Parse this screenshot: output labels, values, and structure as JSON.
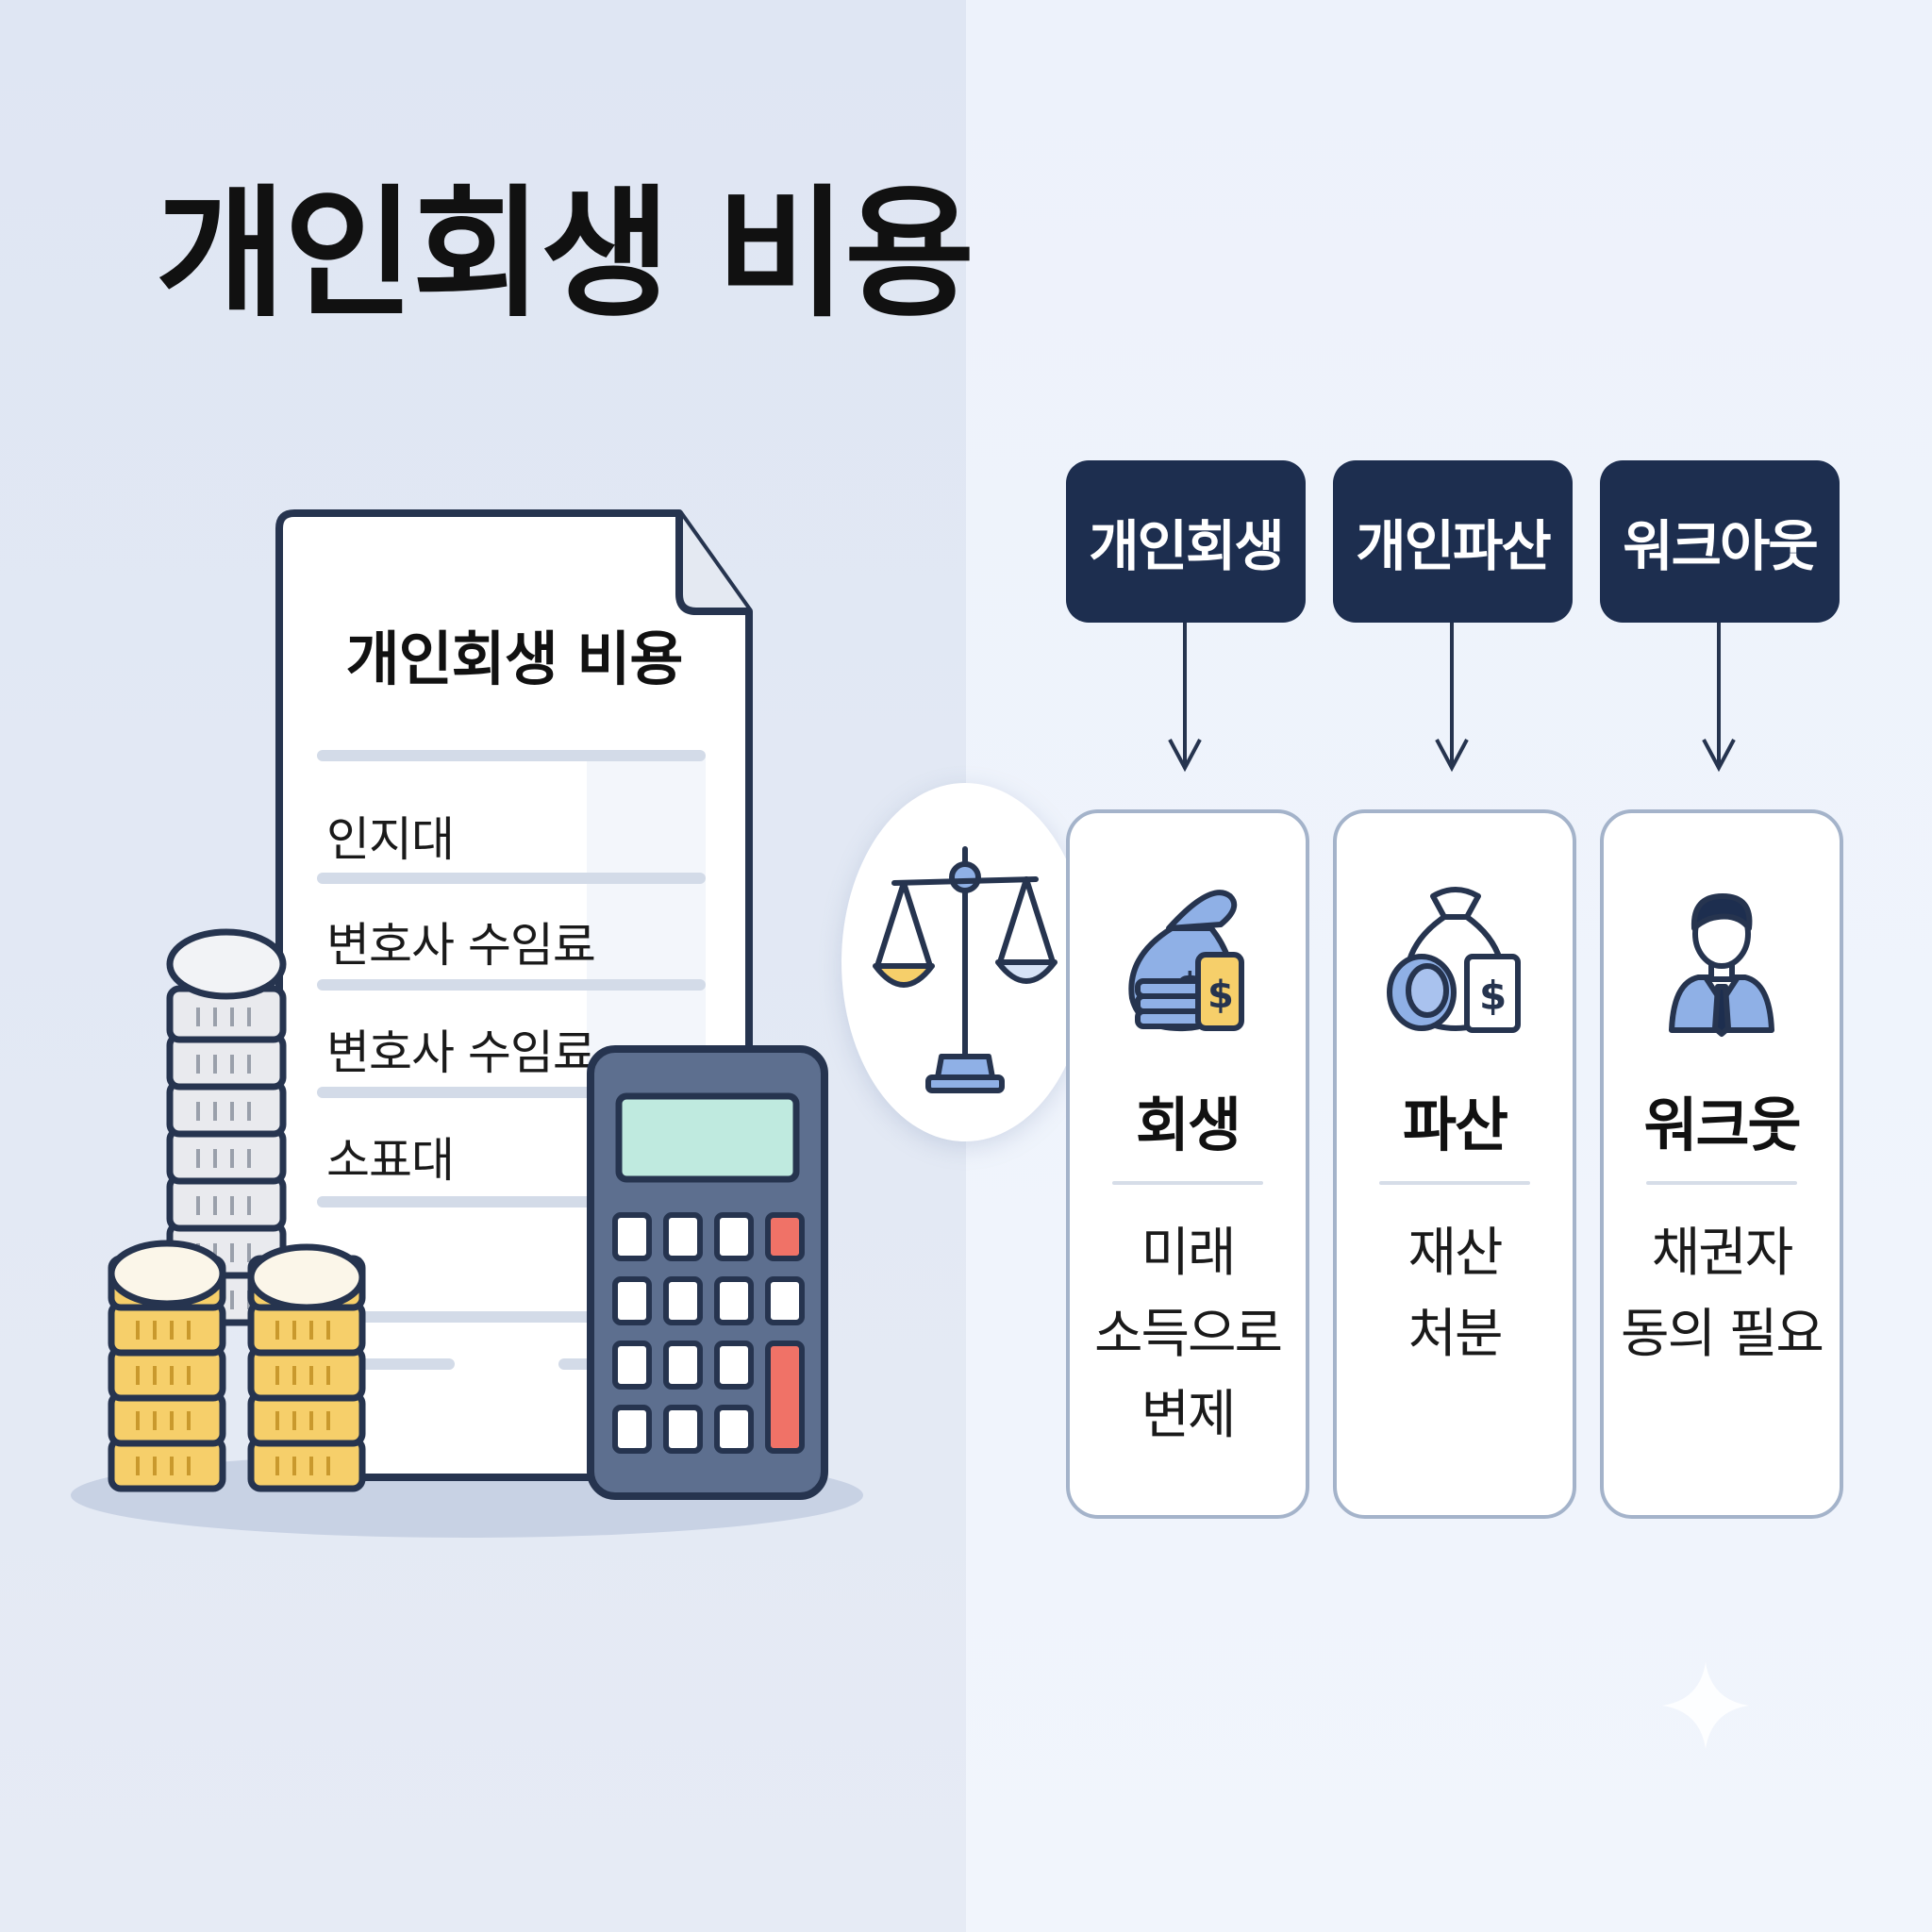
{
  "title": "개인회생 비용",
  "document": {
    "title": "개인회생 비용",
    "items": [
      "인지대",
      "변호사 수임료",
      "변호사 수임료",
      "소표대"
    ]
  },
  "categories": [
    {
      "tag": "개인회생",
      "title": "회생",
      "icon": "money-bag-icon",
      "desc": [
        "미래",
        "소득으로",
        "변제"
      ]
    },
    {
      "tag": "개인파산",
      "title": "파산",
      "icon": "money-bag-coin-icon",
      "desc": [
        "재산",
        "처분"
      ]
    },
    {
      "tag": "워크아웃",
      "title": "워크웃",
      "icon": "businessman-icon",
      "desc": [
        "채권자",
        "동의 필요"
      ]
    }
  ],
  "colors": {
    "navy": "#1d2e4f",
    "accent_blue": "#8fb0e6",
    "coin_gold": "#f6cf6a",
    "calculator_body": "#5d6f8f",
    "calculator_screen": "#bfeadf",
    "calculator_red": "#f07267",
    "card_border": "#a4b3ca"
  }
}
